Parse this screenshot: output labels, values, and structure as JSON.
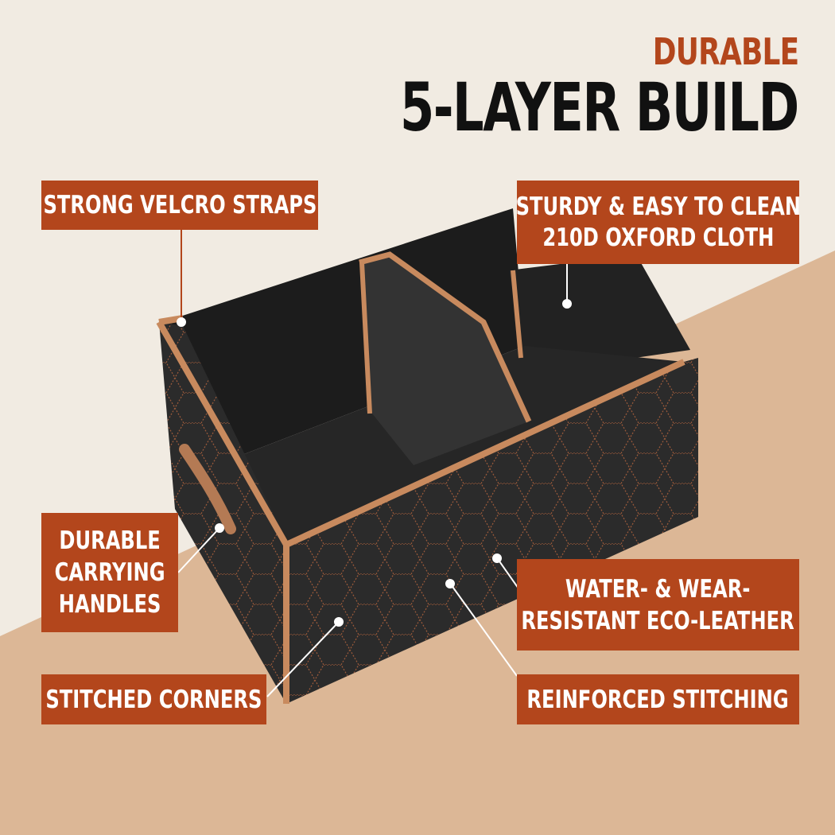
{
  "heading": {
    "sub": "DURABLE",
    "main": "5-LAYER BUILD"
  },
  "labels": {
    "velcro": "STRONG VELCRO STRAPS",
    "cloth_line1": "STURDY & EASY TO CLEAN",
    "cloth_line2": "210D OXFORD CLOTH",
    "handles_line1": "DURABLE",
    "handles_line2": "CARRYING",
    "handles_line3": "HANDLES",
    "leather_line1": "WATER- & WEAR-",
    "leather_line2": "RESISTANT ECO-LEATHER",
    "corners": "STITCHED CORNERS",
    "stitching": "REINFORCED STITCHING"
  },
  "colors": {
    "accent": "#b3461c",
    "background_light": "#f1ebe2",
    "background_tan": "#dcb796",
    "product_body": "#2a2a2a",
    "trim": "#c88a5e"
  },
  "product": {
    "icon": "trunk-organizer-image"
  }
}
